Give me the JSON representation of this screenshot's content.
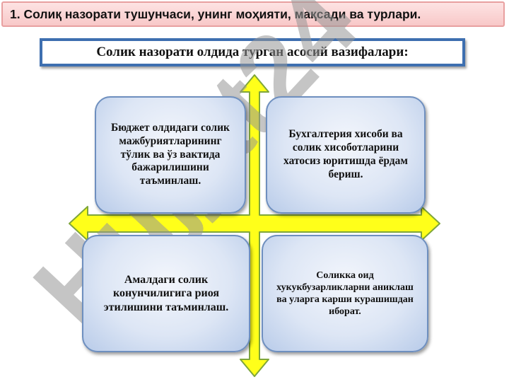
{
  "slide": {
    "title": "1. Солиқ назорати тушунчаси, унинг моҳияти, мақсади ва турлари.",
    "subtitle": "Солик назорати олдида турган асосий вазифалари:"
  },
  "watermark": {
    "text": "Hujjat24"
  },
  "tasks": [
    {
      "text": "Бюджет олдидаги солик мажбуриятларининг тўлик ва ўз вактида бажарилишини таъминлаш."
    },
    {
      "text": "Бухгалтерия хисоби ва солик хисоботларини хатосиз юритишда ёрдам бериш."
    },
    {
      "text": "Амалдаги солик конунчилигига риоя этилишини таъминлаш."
    },
    {
      "text": "Соликка оид хукукбузарликларни аниклаш ва уларга карши курашишдан иборат."
    }
  ],
  "colors": {
    "arrow_fill": "#ffff1a",
    "arrow_stroke": "#7fa63a",
    "card_border": "#6e8fbf",
    "subtitle_border": "#3e6fb0",
    "title_bg": "#f8c8c8"
  }
}
